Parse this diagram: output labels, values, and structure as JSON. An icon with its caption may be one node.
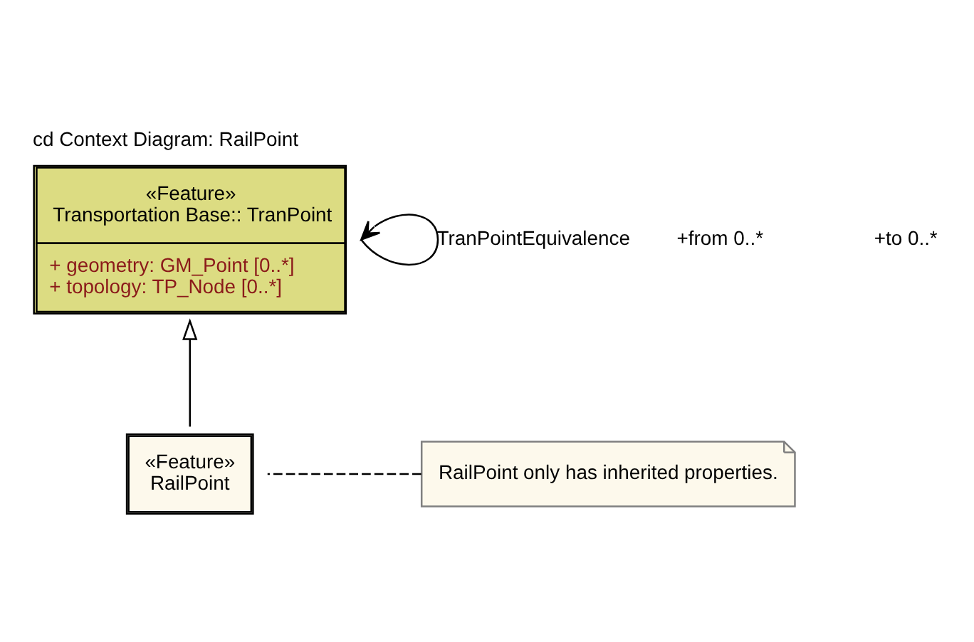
{
  "diagram": {
    "title": "cd Context Diagram: RailPoint",
    "nodes": [
      {
        "text": [
          "«Feature»",
          "Transportation Base:: TranPoint",
          "+ geometry: GM_Point [0..*]",
          "+ topology: TP_Node [0..*]"
        ]
      },
      {
        "text": [
          "«Feature»",
          "RailPoint"
        ]
      },
      {
        "text": [
          "RailPoint only has inherited properties."
        ]
      }
    ],
    "edges": [
      {
        "from": 0,
        "to": 0,
        "arrow": "to",
        "label": "TranPointEquivalence"
      },
      {
        "from": 1,
        "to": 0,
        "arrow": "to"
      },
      {
        "from": 2,
        "to": 1,
        "arrow": "none",
        "style": "dashed"
      }
    ],
    "labels": [
      "+from 0..*",
      "+to 0..*"
    ]
  }
}
